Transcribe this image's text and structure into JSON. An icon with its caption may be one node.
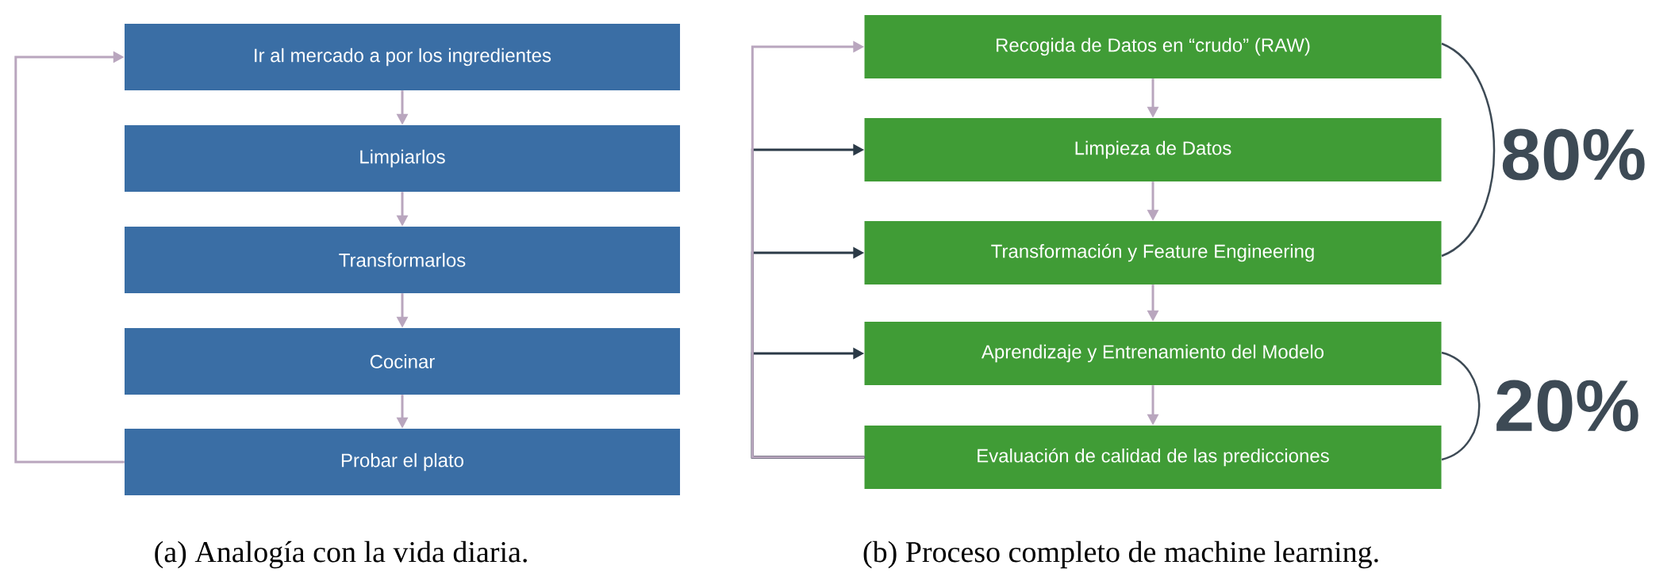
{
  "diagram": {
    "nodes": [
      {
        "text": [
          "Ir al mercado a por los ingredientes"
        ]
      },
      {
        "text": [
          "Limpiarlos"
        ]
      },
      {
        "text": [
          "Transformarlos"
        ]
      },
      {
        "text": [
          "Cocinar"
        ]
      },
      {
        "text": [
          "Probar el plato"
        ]
      },
      {
        "text": [
          "Recogida de Datos en “crudo” (RAW)"
        ]
      },
      {
        "text": [
          "Limpieza de Datos"
        ]
      },
      {
        "text": [
          "Transformación y Feature Engineering"
        ]
      },
      {
        "text": [
          "Aprendizaje y Entrenamiento del Modelo"
        ]
      },
      {
        "text": [
          "Evaluación de calidad de las predicciones"
        ]
      }
    ],
    "edges": [
      {
        "from": 0,
        "to": 1,
        "arrow": "to"
      },
      {
        "from": 1,
        "to": 2,
        "arrow": "to"
      },
      {
        "from": 2,
        "to": 3,
        "arrow": "to"
      },
      {
        "from": 3,
        "to": 4,
        "arrow": "to"
      },
      {
        "from": 4,
        "to": 0,
        "arrow": "to"
      },
      {
        "from": 5,
        "to": 6,
        "arrow": "to"
      },
      {
        "from": 6,
        "to": 7,
        "arrow": "to"
      },
      {
        "from": 7,
        "to": 8,
        "arrow": "to"
      },
      {
        "from": 8,
        "to": 9,
        "arrow": "to"
      },
      {
        "from": 9,
        "to": 5,
        "arrow": "to"
      },
      {
        "from": 9,
        "to": 6,
        "arrow": "to",
        "color": "#2b3a47"
      },
      {
        "from": 9,
        "to": 7,
        "arrow": "to",
        "color": "#2b3a47"
      },
      {
        "from": 9,
        "to": 8,
        "arrow": "to",
        "color": "#2b3a47"
      }
    ],
    "labels": [
      "80%",
      "20%",
      "(a) Analogía con la vida diaria.",
      "(b) Proceso completo de machine learning."
    ]
  }
}
